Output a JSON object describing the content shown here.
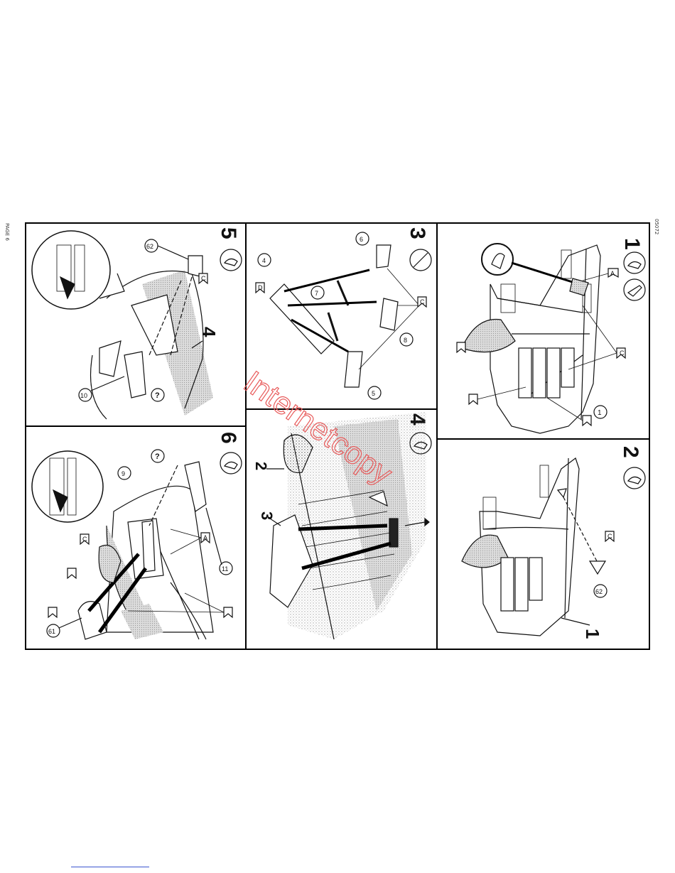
{
  "page_label": "PAGE 6",
  "doc_code": "05072",
  "watermark": "Internetcopy",
  "steps": [
    {
      "number": "1",
      "parts": [
        "1"
      ],
      "glue": [
        "A",
        "C"
      ]
    },
    {
      "number": "2",
      "parts": [
        "62",
        "1"
      ],
      "glue": [
        "C"
      ]
    },
    {
      "number": "3",
      "parts": [
        "4",
        "6",
        "7",
        "8",
        "5"
      ],
      "glue": [
        "D",
        "C"
      ]
    },
    {
      "number": "4",
      "parts": [
        "2",
        "3"
      ],
      "glue": []
    },
    {
      "number": "5",
      "parts": [
        "62",
        "4",
        "10"
      ],
      "glue": [
        "C"
      ],
      "symbol": "?"
    },
    {
      "number": "6",
      "parts": [
        "9",
        "11",
        "61"
      ],
      "glue": [
        "A",
        "C"
      ],
      "symbol": "?"
    }
  ],
  "colors": {
    "ink": "#111111",
    "border": "#000000",
    "watermark": "#e85a5a",
    "screen": "#c8c8c8"
  }
}
